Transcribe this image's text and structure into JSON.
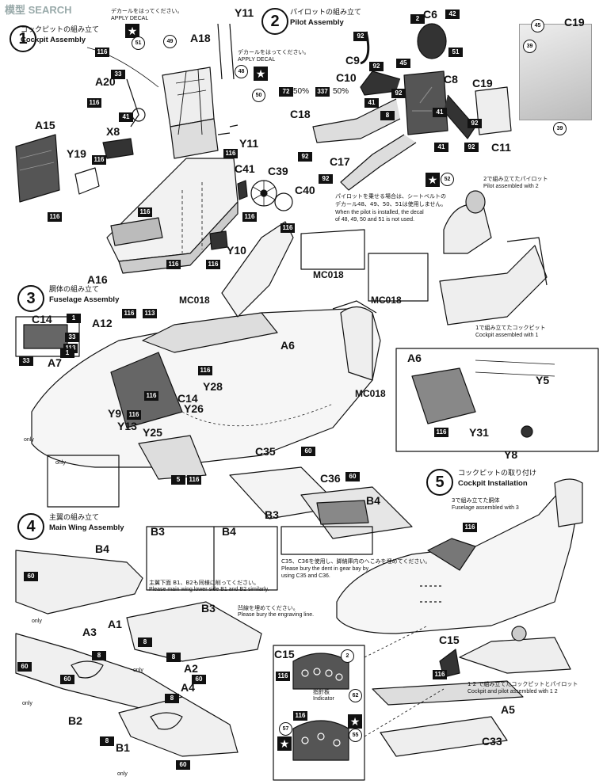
{
  "watermark": "模型 SEARCH",
  "steps": [
    {
      "num": "1",
      "jp": "コックピットの組み立て",
      "en": "Cockpit Assembly"
    },
    {
      "num": "2",
      "jp": "パイロットの組み立て",
      "en": "Pilot Assembly"
    },
    {
      "num": "3",
      "jp": "胴体の組み立て",
      "en": "Fuselage Assembly"
    },
    {
      "num": "4",
      "jp": "主翼の組み立て",
      "en": "Main Wing Assembly"
    },
    {
      "num": "5",
      "jp": "コックピットの取り付け",
      "en": "Cockpit Installation"
    }
  ],
  "decal_note": {
    "jp": "デカールをはってください。",
    "en": "APPLY DECAL"
  },
  "pilot_note": {
    "jp1": "パイロットを乗せる場合は、シートベルトの",
    "jp2": "デカール48、49、50、51は使用しません。",
    "en1": "When the pilot is installed, the decal",
    "en2": "of 48, 49, 50 and 51 is not used."
  },
  "mix": {
    "a": "50%",
    "b": "50%",
    "c1": "72",
    "c2": "337"
  },
  "captions": {
    "pilot_assembled": {
      "jp": "2で組み立てたパイロット",
      "en": "Pilot assembled with 2"
    },
    "cockpit_assembled": {
      "jp": "1で組み立てたコックピット",
      "en": "Cockpit assembled with 1"
    },
    "fuselage_assembled": {
      "jp": "3で組み立てた胴体",
      "en": "Fuselage assembled with 3"
    },
    "cockpit_pilot": {
      "jp": "1 2 で組み立てたコックピットとパイロット",
      "en": "Cockpit and pilot assembled with 1 2"
    },
    "dent_note": {
      "jp": "C35、C36を使用し、脚納庫内のへこみを埋めてください。",
      "en1": "Please bury the dent in gear bay by",
      "en2": "using C35 and C36."
    },
    "lower_wing": {
      "jp": "主翼下面 B1、B2も同様に削ってください。",
      "en": "Please main wing lower side B1 and B2 similarly."
    },
    "engraving": {
      "jp": "凹線を埋めてください。",
      "en": "Please bury the engraving line."
    },
    "only": "only",
    "indicator": {
      "jp": "指針板",
      "en": "Indicator"
    }
  },
  "parts": {
    "s1": [
      "Y11",
      "A18",
      "A20",
      "A15",
      "X8",
      "Y19",
      "Y11",
      "C41",
      "C39",
      "C40",
      "Y10",
      "A16"
    ],
    "s2": [
      "C6",
      "C9",
      "C10",
      "C8",
      "C19",
      "C18",
      "C17",
      "C11",
      "C19"
    ],
    "s3": [
      "C14",
      "A12",
      "A7",
      "A6",
      "Y28",
      "C14",
      "Y26",
      "Y9",
      "Y13",
      "Y25",
      "MC018",
      "MC018",
      "MC018",
      "MC018",
      "A6",
      "Y5",
      "Y31",
      "Y8"
    ],
    "s4": [
      "B4",
      "B3",
      "B4",
      "B3",
      "A1",
      "A3",
      "A2",
      "A4",
      "B2",
      "B1",
      "C35",
      "B3",
      "C36",
      "B4"
    ],
    "s5": [
      "C15",
      "C15",
      "A5",
      "C33"
    ]
  },
  "colors": {
    "s1": [
      "116",
      "116",
      "116",
      "116",
      "116",
      "116",
      "116",
      "116",
      "116",
      "116",
      "33",
      "41"
    ],
    "s2": [
      "92",
      "92",
      "41",
      "92",
      "92",
      "92",
      "41",
      "92",
      "8",
      "41",
      "92",
      "39",
      "39",
      "45",
      "2",
      "42",
      "51",
      "45"
    ],
    "s3": [
      "116",
      "113",
      "113",
      "116",
      "116",
      "116",
      "116",
      "33",
      "33",
      "5",
      "116",
      "60",
      "60",
      "1",
      "1"
    ],
    "s4": [
      "60",
      "60",
      "60",
      "8",
      "8",
      "8",
      "8",
      "8",
      "60",
      "60"
    ],
    "s5": [
      "116",
      "116",
      "116",
      "116",
      "2",
      "62",
      "57",
      "55"
    ]
  },
  "decal_nums": [
    "49",
    "48",
    "50",
    "51",
    "52"
  ]
}
